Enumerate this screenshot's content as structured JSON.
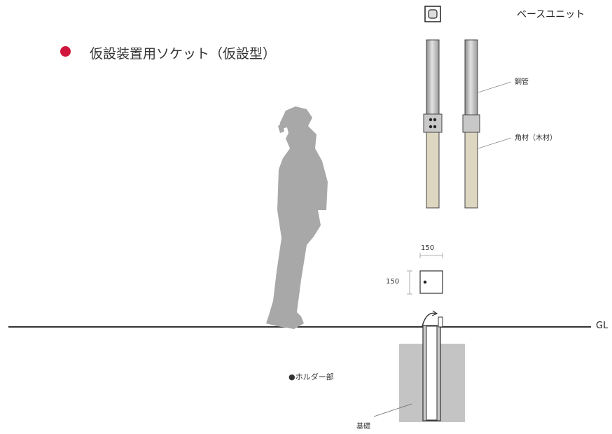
{
  "title": "仮設装置用ソケット（仮設型）",
  "labels": {
    "base_unit": "ベースユニット",
    "steel_pipe": "鋼管",
    "square_timber": "角材（木材）",
    "dim_width": "150",
    "dim_height": "150",
    "ground_level": "GL",
    "holder": "●ホルダー部",
    "foundation": "基礎"
  },
  "colors": {
    "bullet": "#d0163c",
    "silhouette": "#a8a8a8",
    "timber": "#ddd6c0",
    "pipe": "#c8c8c8",
    "foundation": "#c4c4c4"
  }
}
